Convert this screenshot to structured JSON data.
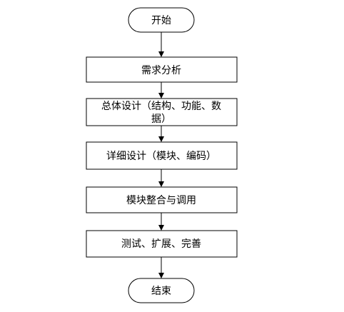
{
  "flowchart": {
    "start": "开始",
    "steps": [
      "需求分析",
      "总体设计（结构、功能、数",
      "据）",
      "详细设计（模块、编码）",
      "模块整合与调用",
      "测试、扩展、完善"
    ],
    "end": "结束"
  }
}
